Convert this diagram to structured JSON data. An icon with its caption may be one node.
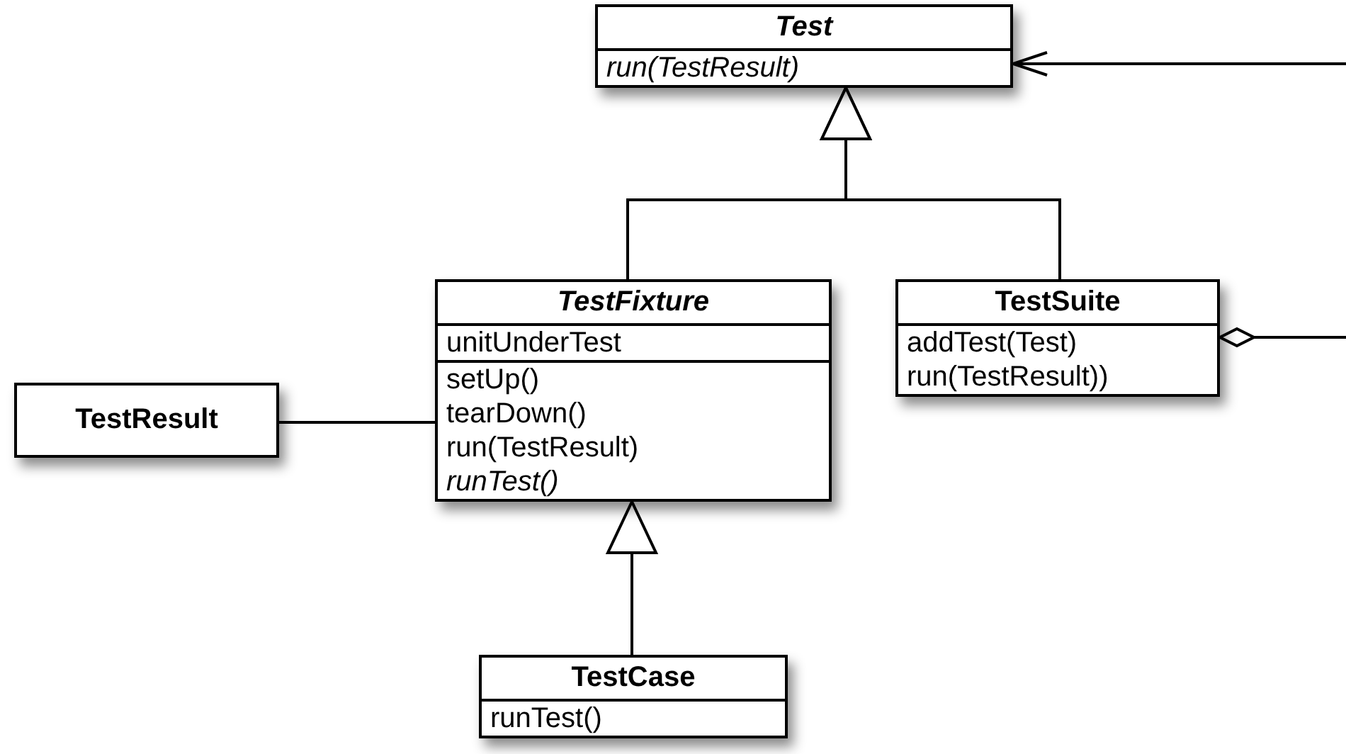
{
  "diagram": {
    "nodes": [
      {
        "text": [
          "Test",
          "run(TestResult)"
        ]
      },
      {
        "text": [
          "TestFixture",
          "unitUnderTest",
          "setUp()",
          "tearDown()",
          "run(TestResult)",
          "runTest()"
        ]
      },
      {
        "text": [
          "TestSuite",
          "addTest(Test)",
          "run(TestResult))"
        ]
      },
      {
        "text": [
          "TestResult"
        ]
      },
      {
        "text": [
          "TestCase",
          "runTest()"
        ]
      }
    ],
    "edges": [
      {
        "from": 1,
        "to": 0,
        "arrow": "to"
      },
      {
        "from": 2,
        "to": 0,
        "arrow": "to"
      },
      {
        "from": 3,
        "to": 1,
        "arrow": "none"
      },
      {
        "from": 4,
        "to": 1,
        "arrow": "to"
      },
      {
        "from": null,
        "to": 0,
        "arrow": "to"
      },
      {
        "from": 2,
        "to": null,
        "arrow": "other"
      }
    ]
  }
}
